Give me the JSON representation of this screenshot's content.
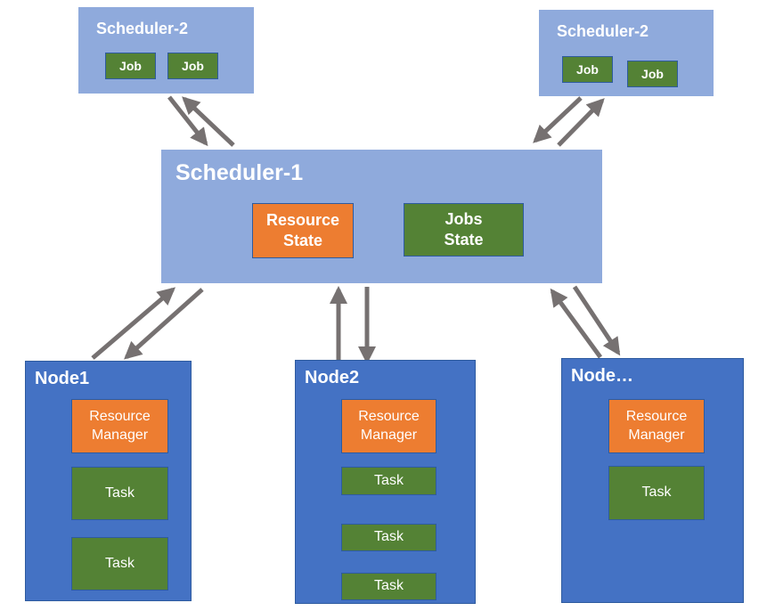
{
  "colors": {
    "scheduler_fill": "#8FAADC",
    "node_fill": "#4472C4",
    "orange_fill": "#ED7D31",
    "green_fill": "#548235",
    "box_border": "#2E5B9F",
    "arrow_gray": "#767171",
    "text": "#FFFFFF"
  },
  "schedulers2": [
    {
      "title": "Scheduler-2",
      "jobs": [
        "Job",
        "Job"
      ]
    },
    {
      "title": "Scheduler-2",
      "jobs": [
        "Job",
        "Job"
      ]
    }
  ],
  "scheduler1": {
    "title": "Scheduler-1",
    "resource_state": [
      "Resource",
      "State"
    ],
    "jobs_state": [
      "Jobs",
      "State"
    ]
  },
  "nodes": [
    {
      "title": "Node1",
      "resource_manager": [
        "Resource",
        "Manager"
      ],
      "tasks": [
        "Task",
        "Task"
      ]
    },
    {
      "title": "Node2",
      "resource_manager": [
        "Resource",
        "Manager"
      ],
      "tasks": [
        "Task",
        "Task",
        "Task"
      ]
    },
    {
      "title": "Node…",
      "resource_manager": [
        "Resource",
        "Manager"
      ],
      "tasks": [
        "Task"
      ]
    }
  ]
}
